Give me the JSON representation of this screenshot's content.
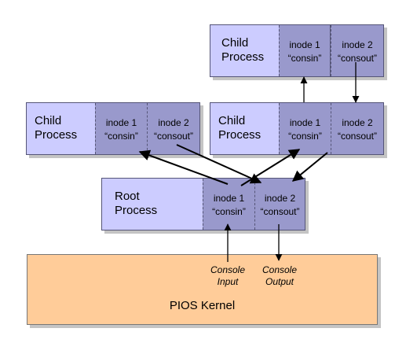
{
  "processes": {
    "top_right_child": {
      "label": "Child\nProcess",
      "inode1": {
        "num": "inode 1",
        "name": "“consin”"
      },
      "inode2": {
        "num": "inode 2",
        "name": "“consout”"
      }
    },
    "left_child": {
      "label": "Child\nProcess",
      "inode1": {
        "num": "inode 1",
        "name": "“consin”"
      },
      "inode2": {
        "num": "inode 2",
        "name": "“consout”"
      }
    },
    "right_child": {
      "label": "Child\nProcess",
      "inode1": {
        "num": "inode 1",
        "name": "“consin”"
      },
      "inode2": {
        "num": "inode 2",
        "name": "“consout”"
      }
    },
    "root": {
      "label": "Root\nProcess",
      "inode1": {
        "num": "inode 1",
        "name": "“consin”"
      },
      "inode2": {
        "num": "inode 2",
        "name": "“consout”"
      }
    }
  },
  "kernel": {
    "label": "PIOS Kernel",
    "console_input": "Console\nInput",
    "console_output": "Console\nOutput"
  },
  "colors": {
    "process_fill": "#ccccff",
    "inode_fill": "#9999cc",
    "kernel_fill": "#ffcc99"
  }
}
